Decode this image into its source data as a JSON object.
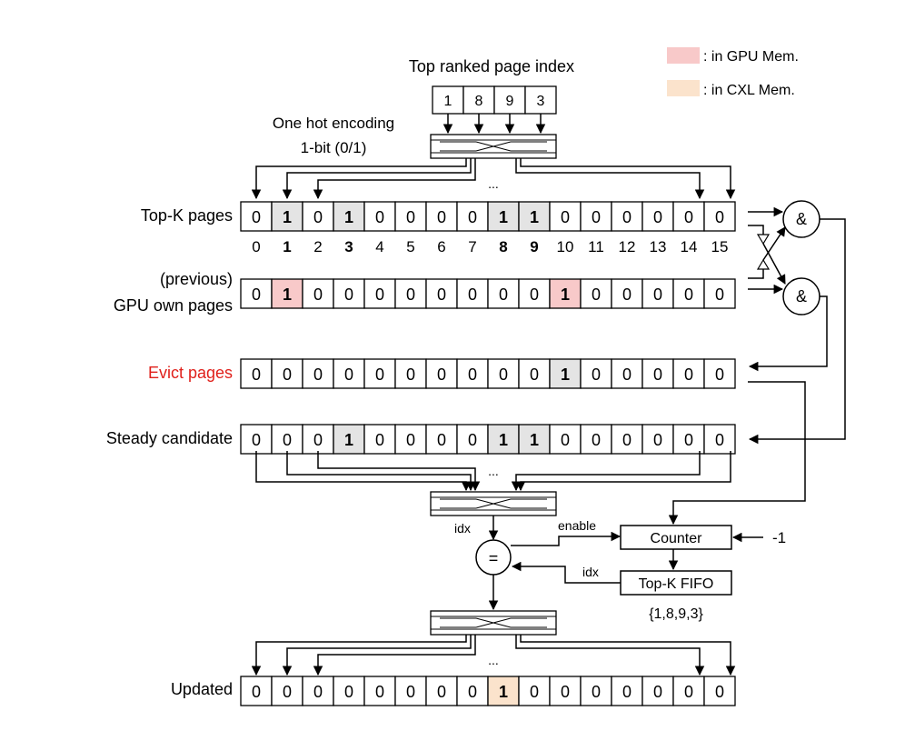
{
  "title": "Top ranked page index",
  "legend": [
    {
      "label": ": in GPU Mem.",
      "color": "#f8c9c9"
    },
    {
      "label": ": in CXL Mem.",
      "color": "#fbe3cc"
    }
  ],
  "top_index": [
    "1",
    "8",
    "9",
    "3"
  ],
  "encoding_label": [
    "One hot encoding",
    "1-bit (0/1)"
  ],
  "ellipsis": "...",
  "rows": {
    "topk": {
      "label": [
        "Top-K pages"
      ],
      "values": [
        "0",
        "1",
        "0",
        "1",
        "0",
        "0",
        "0",
        "0",
        "1",
        "1",
        "0",
        "0",
        "0",
        "0",
        "0",
        "0"
      ],
      "highlight": [
        1,
        3,
        8,
        9
      ],
      "bold": [
        1,
        3,
        8,
        9
      ]
    },
    "gpu": {
      "label": [
        "(previous)",
        "GPU own pages"
      ],
      "values": [
        "0",
        "1",
        "0",
        "0",
        "0",
        "0",
        "0",
        "0",
        "0",
        "0",
        "1",
        "0",
        "0",
        "0",
        "0",
        "0"
      ],
      "highlight": [
        1,
        10
      ],
      "bold": [
        1,
        10
      ]
    },
    "evict": {
      "label": [
        "Evict pages"
      ],
      "label_color": "#e0201b",
      "values": [
        "0",
        "0",
        "0",
        "0",
        "0",
        "0",
        "0",
        "0",
        "0",
        "0",
        "1",
        "0",
        "0",
        "0",
        "0",
        "0"
      ],
      "highlight": [
        10
      ],
      "bold": [
        10
      ]
    },
    "steady": {
      "label": [
        "Steady candidate"
      ],
      "values": [
        "0",
        "0",
        "0",
        "1",
        "0",
        "0",
        "0",
        "0",
        "1",
        "1",
        "0",
        "0",
        "0",
        "0",
        "0",
        "0"
      ],
      "highlight": [
        3,
        8,
        9
      ],
      "bold": [
        3,
        8,
        9
      ]
    },
    "updated": {
      "label": [
        "Updated"
      ],
      "values": [
        "0",
        "0",
        "0",
        "0",
        "0",
        "0",
        "0",
        "0",
        "1",
        "0",
        "0",
        "0",
        "0",
        "0",
        "0",
        "0"
      ],
      "highlight": [
        8
      ],
      "bold": [
        8
      ]
    }
  },
  "colors": {
    "grey": "#e4e4e4",
    "gpu": "#f8c9c9",
    "cxl": "#fbe3cc"
  },
  "indices": [
    "0",
    "1",
    "2",
    "3",
    "4",
    "5",
    "6",
    "7",
    "8",
    "9",
    "10",
    "11",
    "12",
    "13",
    "14",
    "15"
  ],
  "indices_bold": [
    1,
    3,
    8,
    9
  ],
  "and_symbol": "&",
  "eq_symbol": "=",
  "counter_label": "Counter",
  "fifo_label": "Top-K FIFO",
  "fifo_content": "{1,8,9,3}",
  "enable_label": "enable",
  "idx_label": "idx",
  "minus_one": "-1"
}
